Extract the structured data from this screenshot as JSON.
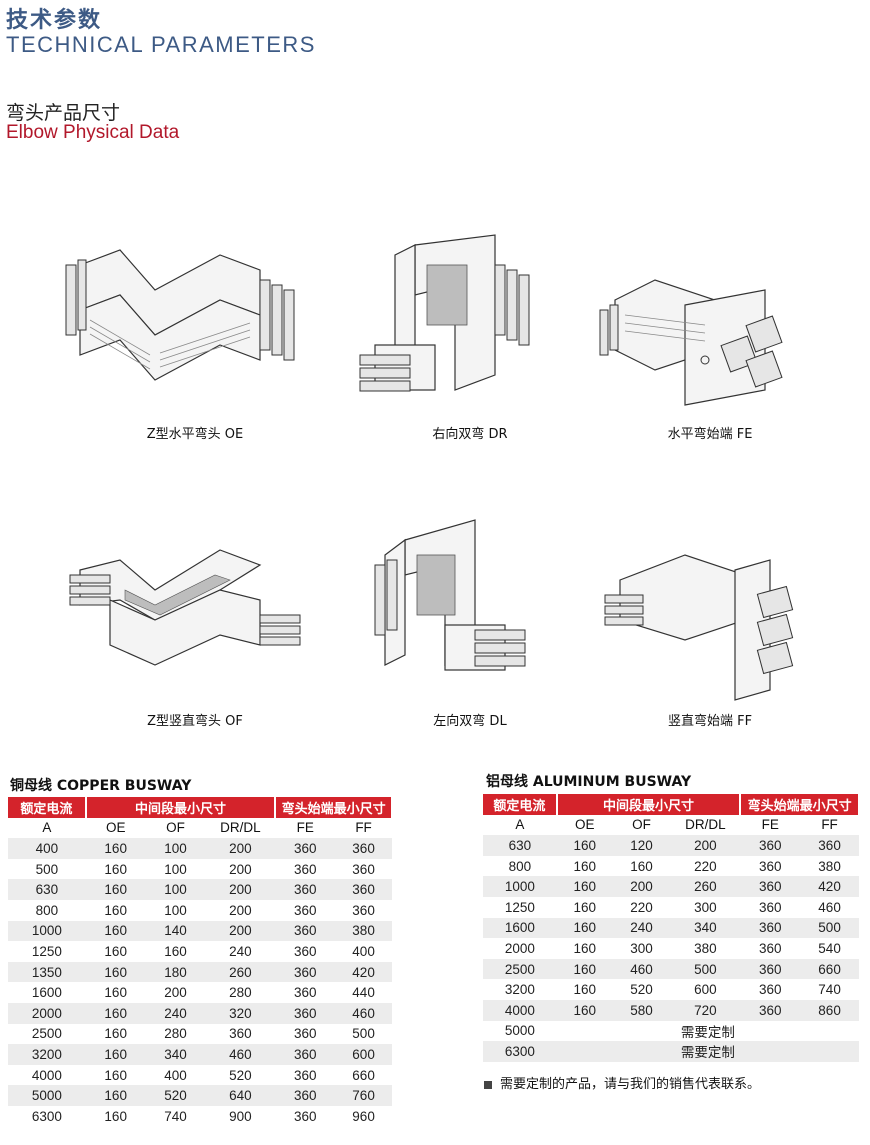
{
  "header": {
    "title_cn": "技术参数",
    "title_en": "TECHNICAL PARAMETERS",
    "subtitle_cn": "弯头产品尺寸",
    "subtitle_en": "Elbow Physical Data"
  },
  "figures": [
    {
      "caption": "Z型水平弯头 OE"
    },
    {
      "caption": "右向双弯 DR"
    },
    {
      "caption": "水平弯始端 FE"
    },
    {
      "caption": "Z型竖直弯头 OF"
    },
    {
      "caption": "左向双弯 DL"
    },
    {
      "caption": "竖直弯始端 FF"
    }
  ],
  "copper": {
    "title": "铜母线 COPPER BUSWAY",
    "group_headers": [
      "额定电流",
      "中间段最小尺寸",
      "弯头始端最小尺寸"
    ],
    "columns": [
      "A",
      "OE",
      "OF",
      "DR/DL",
      "FE",
      "FF"
    ],
    "rows": [
      [
        "400",
        "160",
        "100",
        "200",
        "360",
        "360"
      ],
      [
        "500",
        "160",
        "100",
        "200",
        "360",
        "360"
      ],
      [
        "630",
        "160",
        "100",
        "200",
        "360",
        "360"
      ],
      [
        "800",
        "160",
        "100",
        "200",
        "360",
        "360"
      ],
      [
        "1000",
        "160",
        "140",
        "200",
        "360",
        "380"
      ],
      [
        "1250",
        "160",
        "160",
        "240",
        "360",
        "400"
      ],
      [
        "1350",
        "160",
        "180",
        "260",
        "360",
        "420"
      ],
      [
        "1600",
        "160",
        "200",
        "280",
        "360",
        "440"
      ],
      [
        "2000",
        "160",
        "240",
        "320",
        "360",
        "460"
      ],
      [
        "2500",
        "160",
        "280",
        "360",
        "360",
        "500"
      ],
      [
        "3200",
        "160",
        "340",
        "460",
        "360",
        "600"
      ],
      [
        "4000",
        "160",
        "400",
        "520",
        "360",
        "660"
      ],
      [
        "5000",
        "160",
        "520",
        "640",
        "360",
        "760"
      ],
      [
        "6300",
        "160",
        "740",
        "900",
        "360",
        "960"
      ]
    ]
  },
  "aluminum": {
    "title": "铝母线 ALUMINUM BUSWAY",
    "group_headers": [
      "额定电流",
      "中间段最小尺寸",
      "弯头始端最小尺寸"
    ],
    "columns": [
      "A",
      "OE",
      "OF",
      "DR/DL",
      "FE",
      "FF"
    ],
    "rows": [
      [
        "630",
        "160",
        "120",
        "200",
        "360",
        "360"
      ],
      [
        "800",
        "160",
        "160",
        "220",
        "360",
        "380"
      ],
      [
        "1000",
        "160",
        "200",
        "260",
        "360",
        "420"
      ],
      [
        "1250",
        "160",
        "220",
        "300",
        "360",
        "460"
      ],
      [
        "1600",
        "160",
        "240",
        "340",
        "360",
        "500"
      ],
      [
        "2000",
        "160",
        "300",
        "380",
        "360",
        "540"
      ],
      [
        "2500",
        "160",
        "460",
        "500",
        "360",
        "660"
      ],
      [
        "3200",
        "160",
        "520",
        "600",
        "360",
        "740"
      ],
      [
        "4000",
        "160",
        "580",
        "720",
        "360",
        "860"
      ]
    ],
    "custom_rows": [
      {
        "current": "5000",
        "text": "需要定制"
      },
      {
        "current": "6300",
        "text": "需要定制"
      }
    ]
  },
  "note": "需要定制的产品，请与我们的销售代表联系。",
  "colors": {
    "accent": "#d4232b",
    "title": "#3d5a85",
    "subtitle_en": "#b2182b"
  }
}
